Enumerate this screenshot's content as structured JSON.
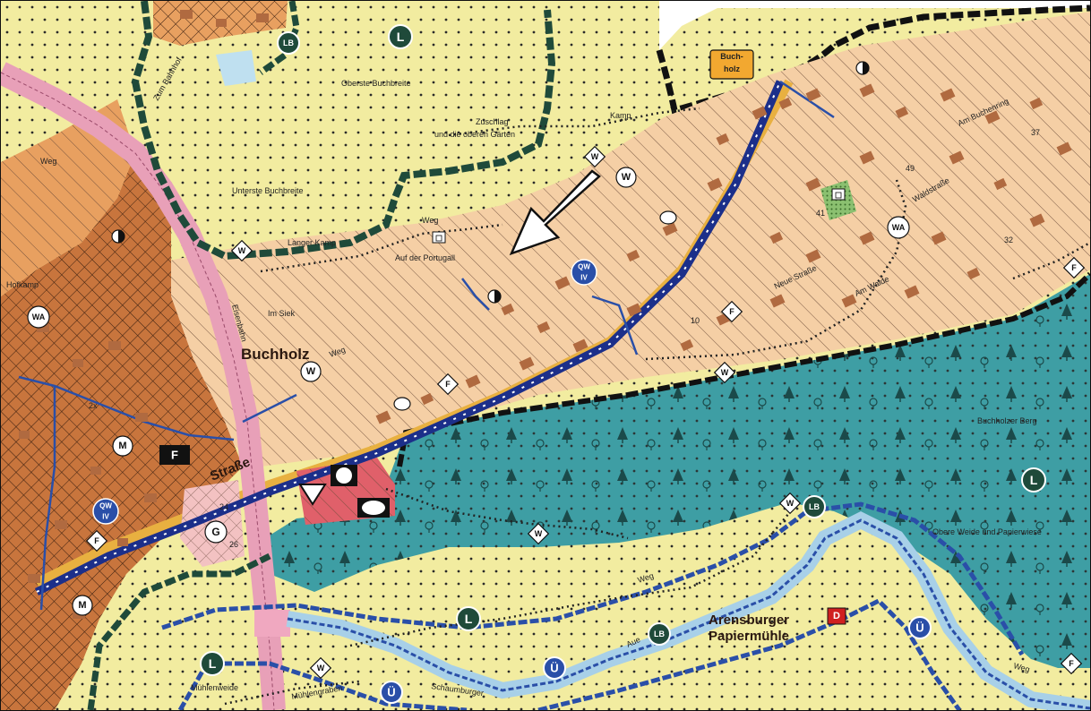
{
  "colors": {
    "agriculture": "#f2eca0",
    "residential": "#f5cfa5",
    "village": "#c8753d",
    "forest": "#3e9ea4",
    "main_road": "#e8a0b8",
    "water": "#2a4fa8",
    "green_border": "#1f4a3a",
    "red": "#d02020"
  },
  "labels": {
    "buchholz": "Buchholz",
    "arensburger": "Arensburger",
    "papiermuehle": "Papiermühle",
    "oberste_buchbreite": "Oberste Buchbreite",
    "unterste_buchbreite": "Unterste Buchbreite",
    "zuschlag_1": "Zuschlag",
    "zuschlag_2": "und die oberen Gärten",
    "langer_kamp": "Langer Kamp",
    "auf_der_portugall": "Auf der Portugall",
    "im_siek": "Im Siek",
    "kamp": "Kamp",
    "weg_1": "Weg",
    "weg_2": "Weg",
    "weg_3": "Weg",
    "weg_4": "Weg",
    "weg_5": "Weg",
    "neue_strasse": "Neue Straße",
    "am_walde": "Am Walde",
    "am_buchenring": "Am Buchenring",
    "waldstrasse": "Waldstraße",
    "buchholzer_berg": "Buchholzer Berg",
    "obere_weide": "Obere Weide und Papierwiese",
    "muehlenweide": "Mühlenweide",
    "muehlengraben": "Mühlengraben",
    "eisenbahn": "Eisenbahn",
    "hofkamp": "Hofkamp",
    "zum_bahnhof": "Zum Bahnhof",
    "strasse": "Straße",
    "schaumburger": "Schaumburger",
    "aue": "Aue",
    "buch_holz_1": "Buch-",
    "buch_holz_2": "holz",
    "num_24": "24",
    "num_2x": "2x",
    "num_26": "26",
    "num_10": "10",
    "num_41": "41",
    "num_49": "49",
    "num_32": "32",
    "num_37": "37"
  },
  "symbols": {
    "L": "L",
    "LB": "LB",
    "W": "W",
    "WA": "WA",
    "M": "M",
    "F": "F",
    "G": "G",
    "D": "D",
    "U": "Ü",
    "QW": "QW",
    "IV": "IV"
  }
}
